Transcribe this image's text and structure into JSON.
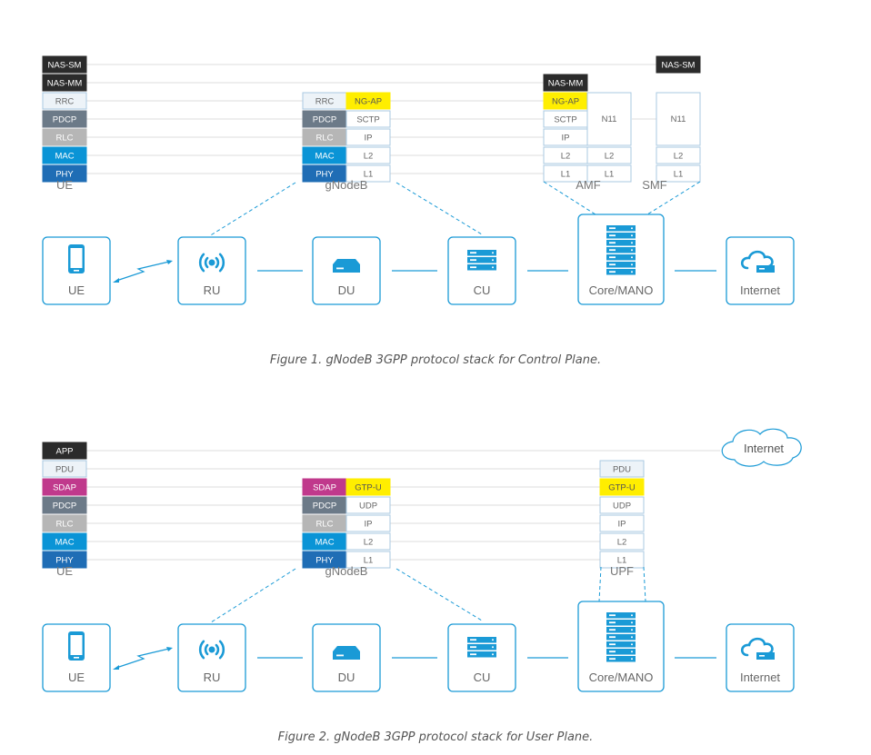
{
  "colors": {
    "dark": "#2b2b2b",
    "light": "#edf3f8",
    "slate": "#6c7a88",
    "gray": "#b6b6b6",
    "cyan": "#0a94d6",
    "blue": "#1f6db5",
    "yellow": "#ffee00",
    "magenta": "#c0398c",
    "line": "#dddddd",
    "accent": "#1a9ad6",
    "label": "#777777"
  },
  "figure1": {
    "caption": "Figure 1. gNodeB 3GPP protocol stack for Control Plane.",
    "ue_stack": [
      "NAS-SM",
      "NAS-MM",
      "RRC",
      "PDCP",
      "RLC",
      "MAC",
      "PHY"
    ],
    "ue_label": "UE",
    "gnb_left": [
      "RRC",
      "PDCP",
      "RLC",
      "MAC",
      "PHY"
    ],
    "gnb_right": [
      "NG-AP",
      "SCTP",
      "IP",
      "L2",
      "L1"
    ],
    "gnb_label": "gNodeB",
    "amf_top": "NAS-MM",
    "amf_col1": [
      "NG-AP",
      "SCTP",
      "IP",
      "L2",
      "L1"
    ],
    "amf_col2": [
      "N11",
      "L2",
      "L1"
    ],
    "amf_label": "AMF",
    "smf_top": "NAS-SM",
    "smf_col": [
      "N11",
      "L2",
      "L1"
    ],
    "smf_label": "SMF",
    "nodes": [
      "UE",
      "RU",
      "DU",
      "CU",
      "Core/MANO",
      "Internet"
    ]
  },
  "figure2": {
    "caption": "Figure 2. gNodeB 3GPP protocol stack for User Plane.",
    "ue_stack": [
      "APP",
      "PDU",
      "SDAP",
      "PDCP",
      "RLC",
      "MAC",
      "PHY"
    ],
    "ue_label": "UE",
    "gnb_left": [
      "SDAP",
      "PDCP",
      "RLC",
      "MAC",
      "PHY"
    ],
    "gnb_right": [
      "GTP-U",
      "UDP",
      "IP",
      "L2",
      "L1"
    ],
    "gnb_label": "gNodeB",
    "upf_stack": [
      "PDU",
      "GTP-U",
      "UDP",
      "IP",
      "L2",
      "L1"
    ],
    "upf_label": "UPF",
    "cloud_label": "Internet",
    "nodes": [
      "UE",
      "RU",
      "DU",
      "CU",
      "Core/MANO",
      "Internet"
    ]
  }
}
